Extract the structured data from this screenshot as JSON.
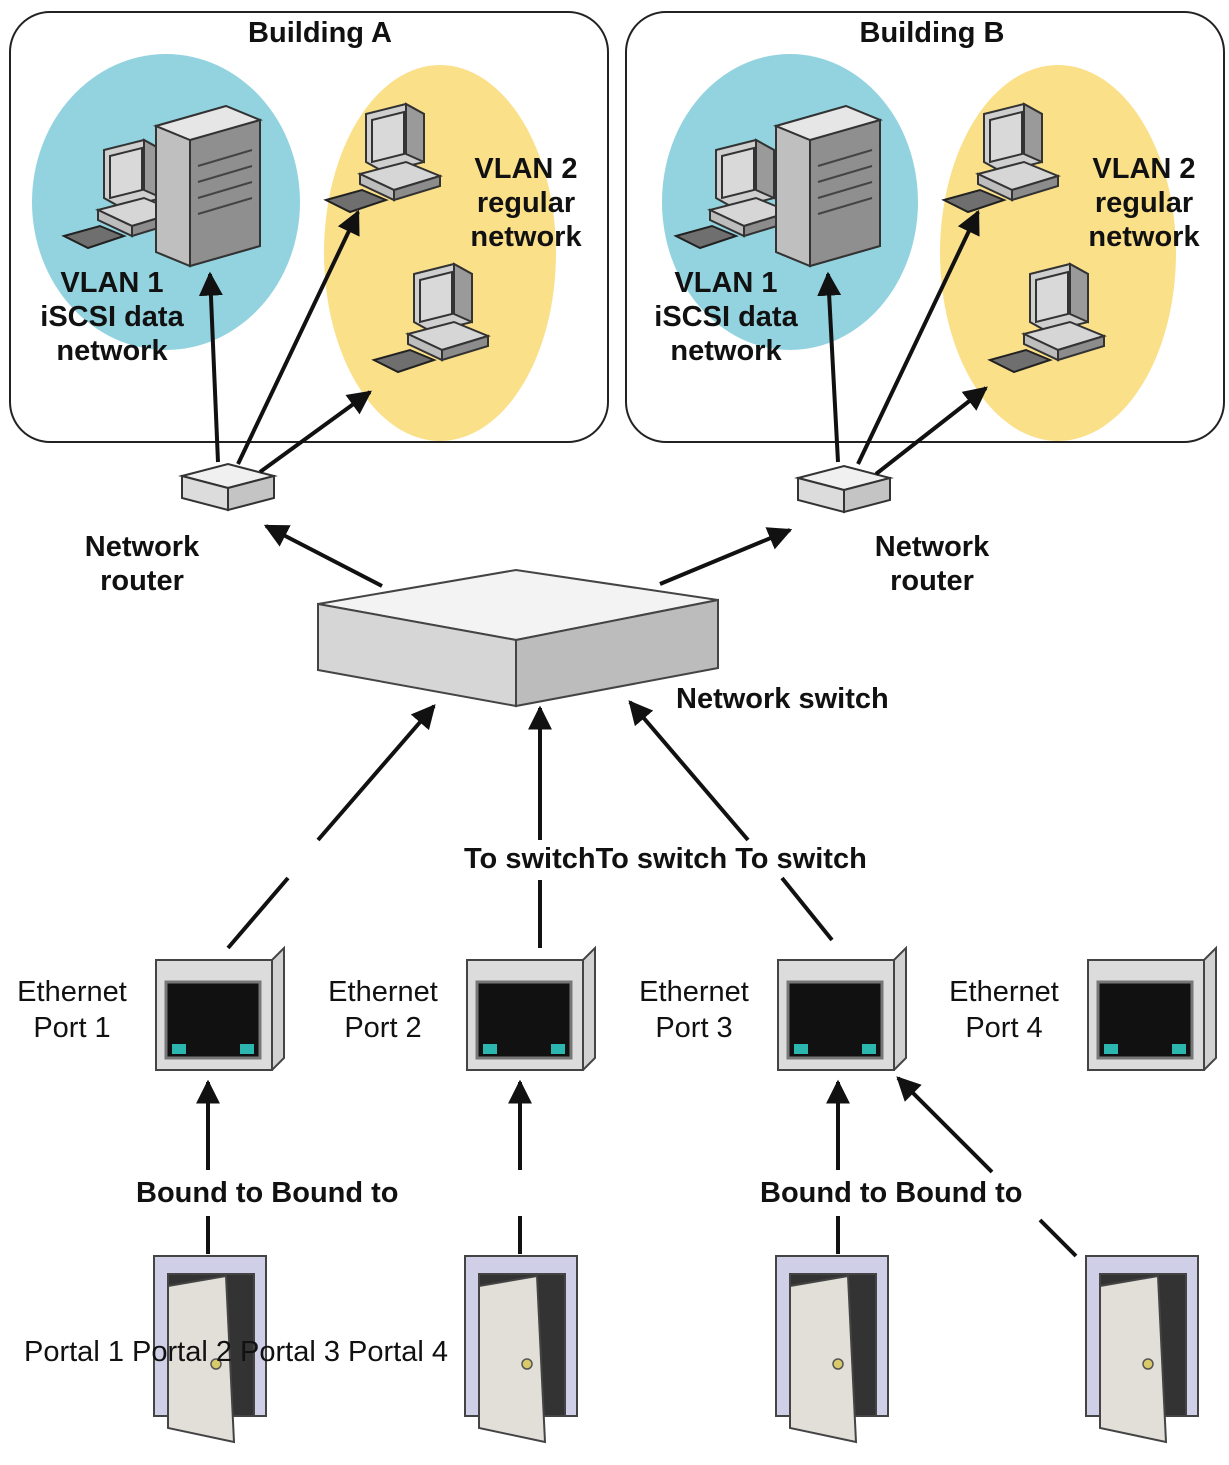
{
  "buildings": [
    {
      "title": "Building A",
      "vlan1": [
        "VLAN 1",
        "iSCSI data",
        "network"
      ],
      "vlan2": [
        "VLAN 2",
        "regular",
        "network"
      ],
      "router": [
        "Network",
        "router"
      ]
    },
    {
      "title": "Building B",
      "vlan1": [
        "VLAN 1",
        "iSCSI data",
        "network"
      ],
      "vlan2": [
        "VLAN 2",
        "regular",
        "network"
      ],
      "router": [
        "Network",
        "router"
      ]
    }
  ],
  "switch_label": "Network switch",
  "to_switch_labels": [
    "To switch",
    "To switch",
    "To switch"
  ],
  "ports": [
    {
      "line1": "Ethernet",
      "line2": "Port 1"
    },
    {
      "line1": "Ethernet",
      "line2": "Port 2"
    },
    {
      "line1": "Ethernet",
      "line2": "Port 3"
    },
    {
      "line1": "Ethernet",
      "line2": "Port 4"
    }
  ],
  "bound_labels": [
    "Bound to",
    "Bound to",
    "Bound to",
    "Bound to"
  ],
  "portals": [
    "Portal 1",
    "Portal 2",
    "Portal 3",
    "Portal 4"
  ],
  "colors": {
    "vlan1": "#93d3e0",
    "vlan2": "#fbe08a",
    "device_gray": "#c9c9c9",
    "port_teal": "#2bb6b0",
    "door_frame": "#cfcfe8",
    "door_panel": "#e2dfd9"
  }
}
